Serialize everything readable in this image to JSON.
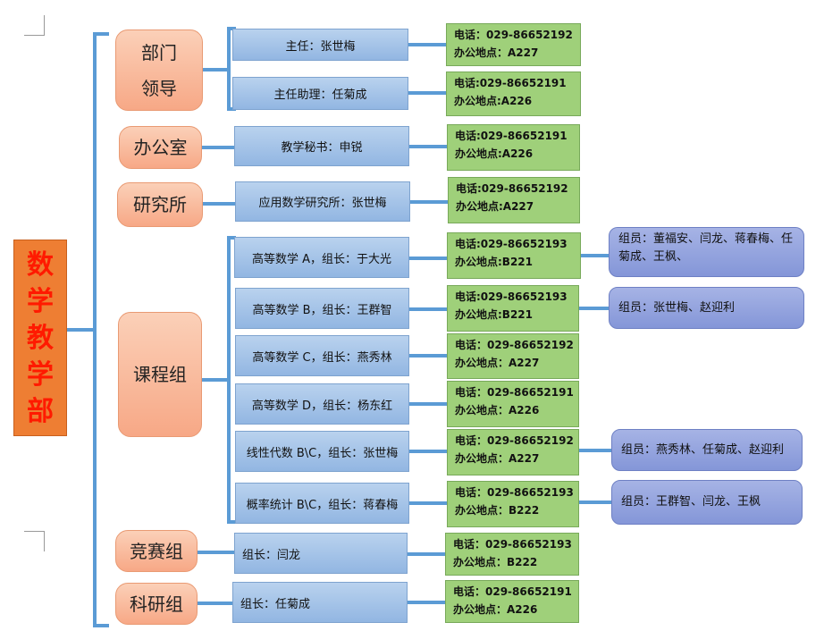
{
  "root": "数学教学部",
  "categories": {
    "leaders": "部门\n领导",
    "office": "办公室",
    "institute": "研究所",
    "course": "课程组",
    "competition": "竞赛组",
    "research": "科研组"
  },
  "units": [
    {
      "label": "主任：张世梅",
      "tel": "电话：029-86652192",
      "addr": "办公地点：A227"
    },
    {
      "label": "主任助理：任菊成",
      "tel": "电话:029-86652191",
      "addr": "办公地点:A226"
    },
    {
      "label": "教学秘书：申锐",
      "tel": "电话:029-86652191",
      "addr": "办公地点:A226"
    },
    {
      "label": "应用数学研究所：张世梅",
      "tel": "电话:029-86652192",
      "addr": "办公地点:A227"
    },
    {
      "label": "高等数学 A，组长：于大光",
      "tel": "电话:029-86652193",
      "addr": "办公地点:B221",
      "members": "组员：董福安、闫龙、蒋春梅、任菊成、王枫、"
    },
    {
      "label": "高等数学 B，组长：王群智",
      "tel": "电话:029-86652193",
      "addr": "办公地点:B221",
      "members": "组员：张世梅、赵迎利"
    },
    {
      "label": "高等数学 C，组长：燕秀林",
      "tel": "电话：029-86652192",
      "addr": "办公地点：A227"
    },
    {
      "label": "高等数学 D，组长：杨东红",
      "tel": "电话：029-86652191",
      "addr": "办公地点：A226"
    },
    {
      "label": "线性代数 B\\C，组长：张世梅",
      "tel": "电话：029-86652192",
      "addr": "办公地点：A227",
      "members": "组员：燕秀林、任菊成、赵迎利"
    },
    {
      "label": "概率统计 B\\C，组长：蒋春梅",
      "tel": "电话：029-86652193",
      "addr": "办公地点：B222",
      "members": "组员：王群智、闫龙、王枫"
    },
    {
      "label": "组长：闫龙",
      "tel": "电话：029-86652193",
      "addr": "办公地点：B222"
    },
    {
      "label": "组长：任菊成",
      "tel": "电话：029-86652191",
      "addr": "办公地点：A226"
    }
  ]
}
